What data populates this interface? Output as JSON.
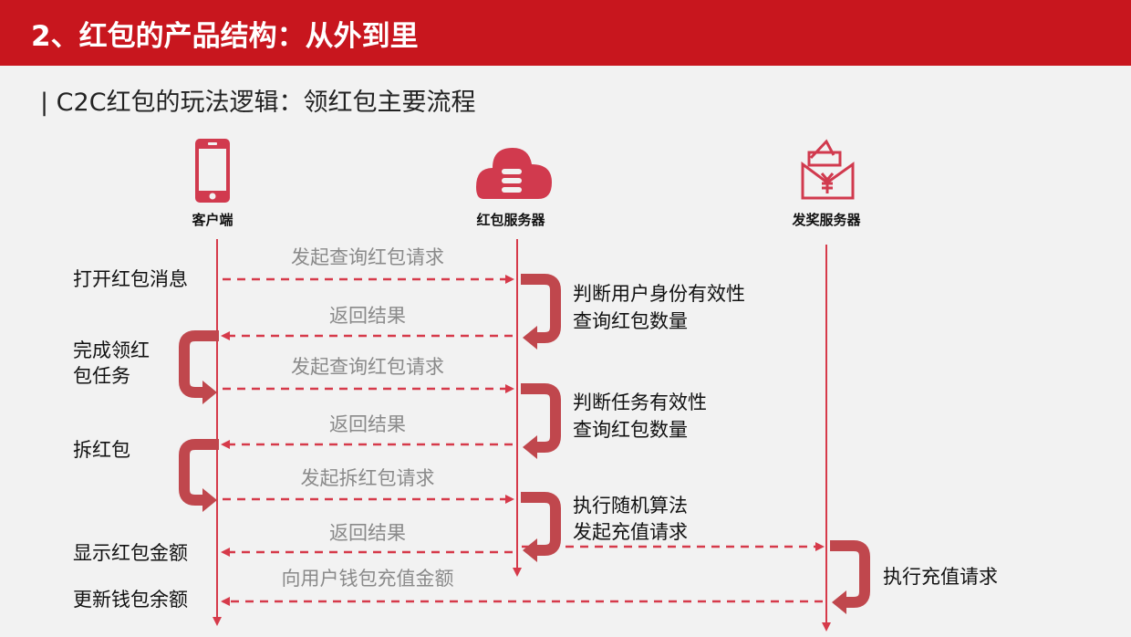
{
  "header": {
    "title": "2、红包的产品结构：从外到里"
  },
  "subtitle": "| C2C红包的玩法逻辑：领红包主要流程",
  "actors": [
    {
      "label": "客户端",
      "icon": "smartphone-icon"
    },
    {
      "label": "红包服务器",
      "icon": "cloud-server-icon"
    },
    {
      "label": "发奖服务器",
      "icon": "red-envelope-icon"
    }
  ],
  "messages": [
    "发起查询红包请求",
    "返回结果",
    "发起查询红包请求",
    "返回结果",
    "发起拆红包请求",
    "返回结果",
    "向用户钱包充值金额"
  ],
  "client_steps": [
    "打开红包消息",
    "完成领红",
    "包任务",
    "拆红包",
    "显示红包金额",
    "更新钱包余额"
  ],
  "server_steps": [
    "判断用户身份有效性",
    "查询红包数量",
    "判断任务有效性",
    "查询红包数量",
    "执行随机算法",
    "发起充值请求"
  ],
  "prize_steps": [
    "执行充值请求"
  ],
  "colors": {
    "accent": "#c8161e",
    "line": "#d63a4a",
    "loop": "#c0474d"
  }
}
